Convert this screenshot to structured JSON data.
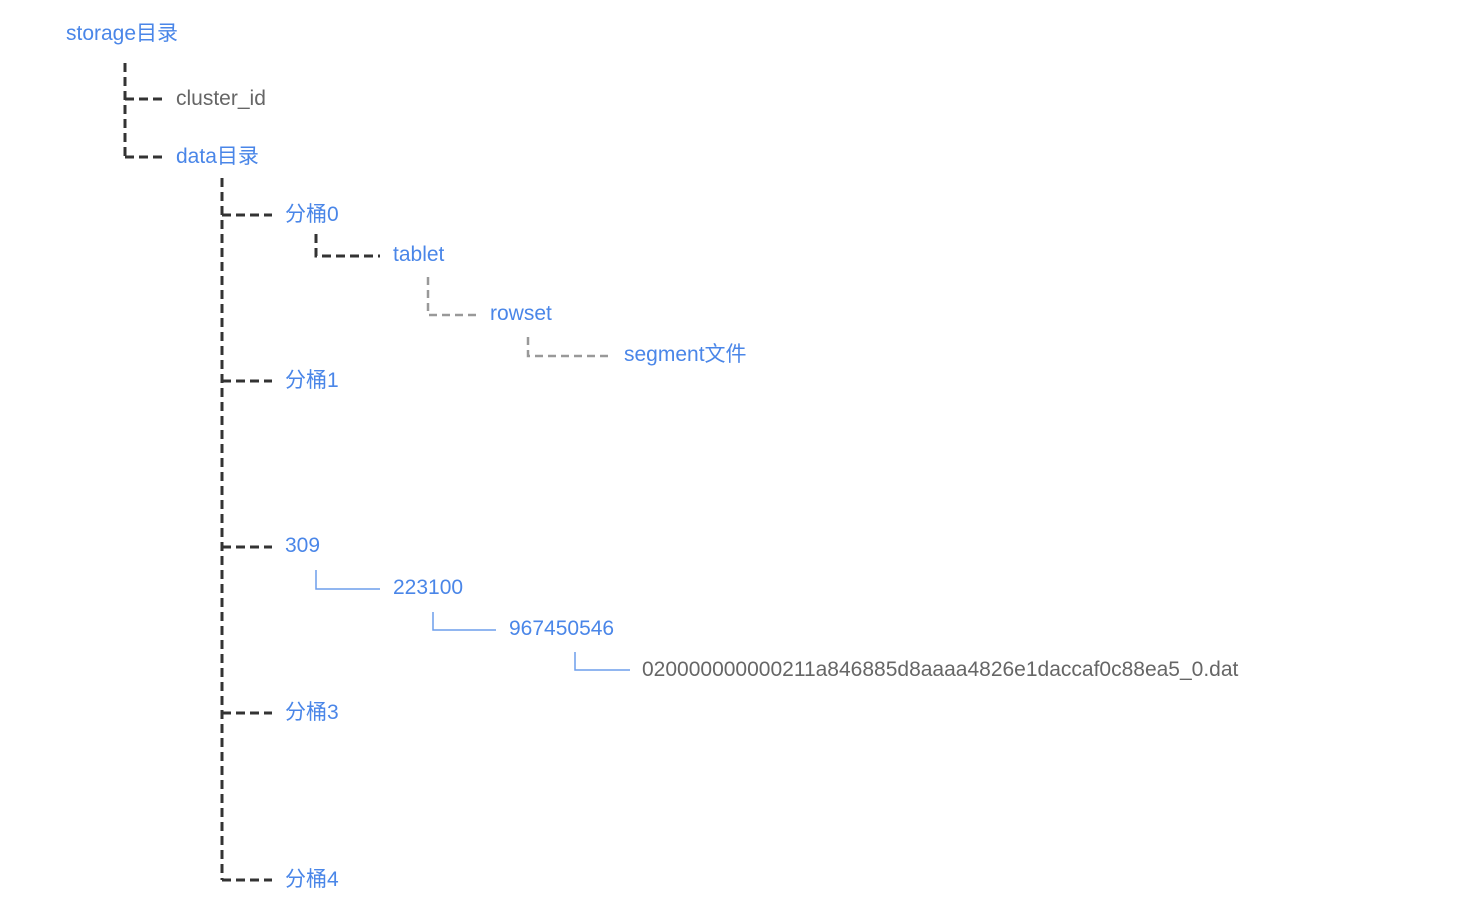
{
  "tree": {
    "root": {
      "label": "storage目录"
    },
    "cluster_id": {
      "label": "cluster_id"
    },
    "data_dir": {
      "label": "data目录"
    },
    "bucket0": {
      "label": "分桶0"
    },
    "tablet": {
      "label": "tablet"
    },
    "rowset": {
      "label": "rowset"
    },
    "segment": {
      "label": "segment文件"
    },
    "bucket1": {
      "label": "分桶1"
    },
    "bucket309": {
      "label": "309"
    },
    "tablet_id": {
      "label": "223100"
    },
    "schema_hash": {
      "label": "967450546"
    },
    "segment_file": {
      "label": "020000000000211a846885d8aaaa4826e1daccaf0c88ea5_0.dat"
    },
    "bucket3": {
      "label": "分桶3"
    },
    "bucket4": {
      "label": "分桶4"
    }
  },
  "colors": {
    "directory_text": "#4a86e8",
    "file_text": "#666666",
    "dashed_connector": "#333333",
    "light_dashed_connector": "#999999",
    "solid_connector": "#6d9eeb"
  }
}
